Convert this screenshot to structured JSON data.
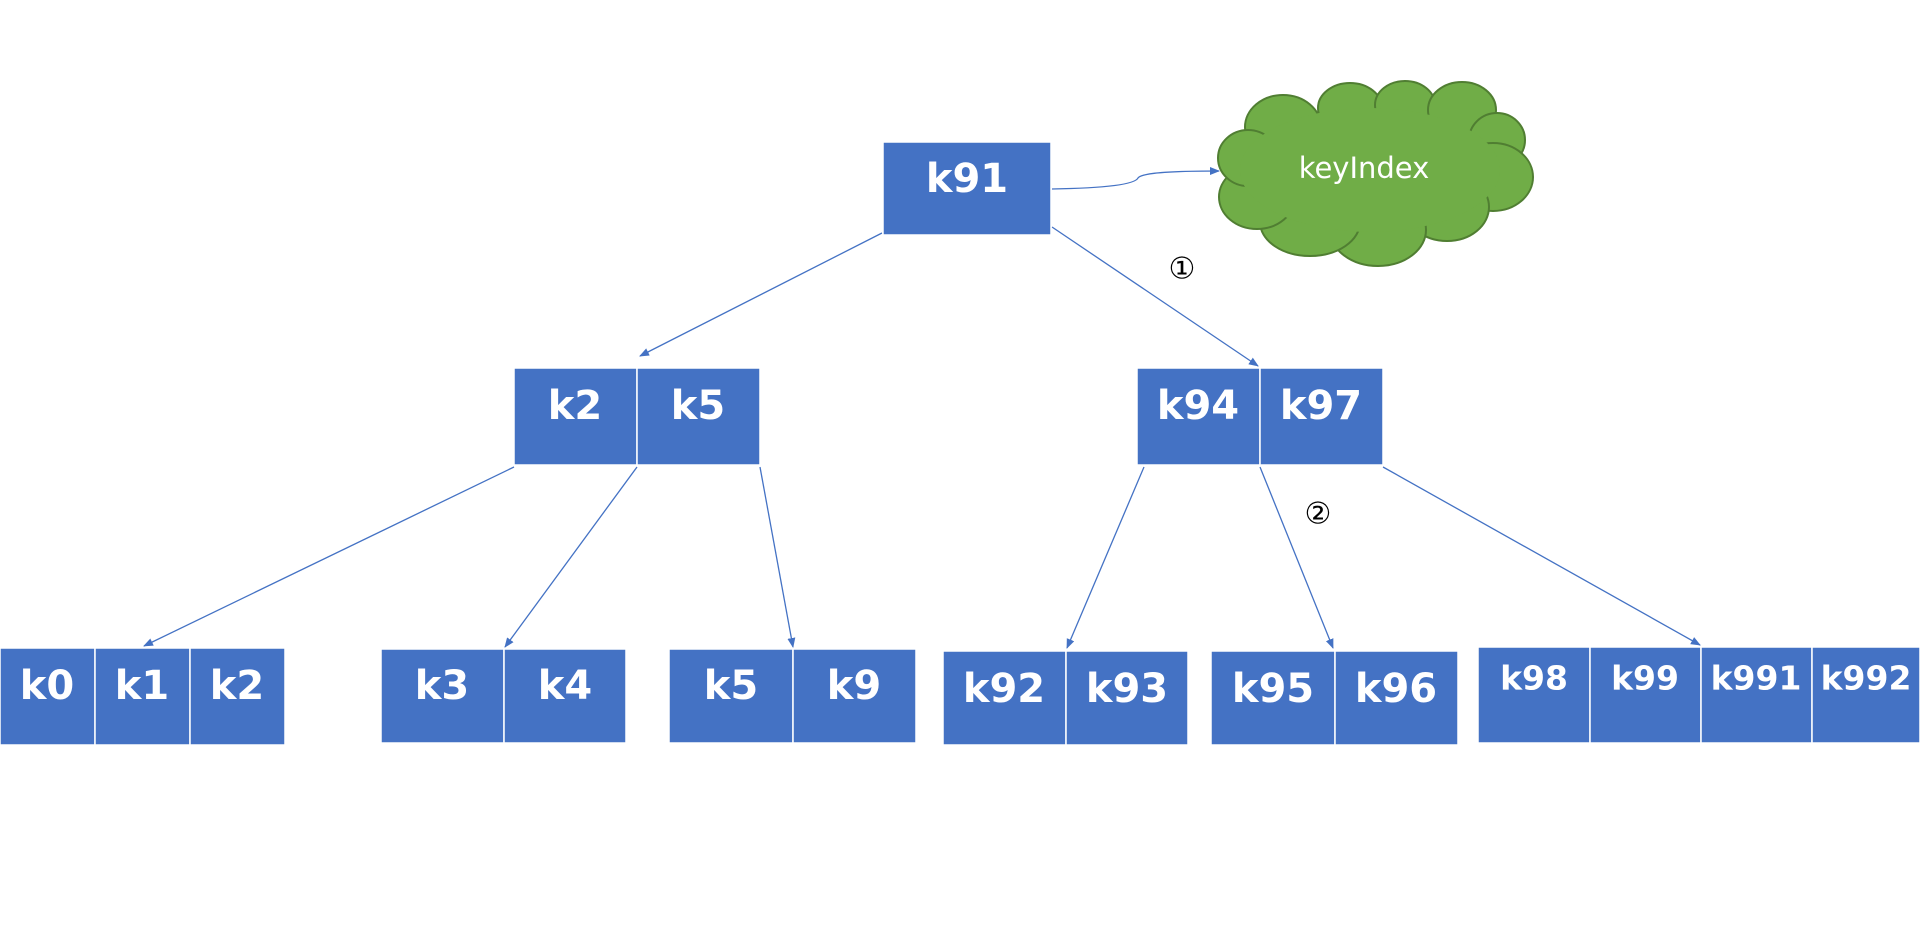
{
  "colors": {
    "node": "#4472c4",
    "edge": "#4472c4",
    "cloud_fill": "#70ad47",
    "cloud_stroke": "#507e32"
  },
  "nodes": {
    "root": {
      "keys": [
        "k91"
      ]
    },
    "internal_left": {
      "keys": [
        "k2",
        "k5"
      ]
    },
    "internal_right": {
      "keys": [
        "k94",
        "k97"
      ]
    },
    "leaf_1": {
      "keys": [
        "k0",
        "k1",
        "k2"
      ]
    },
    "leaf_2": {
      "keys": [
        "k3",
        "k4"
      ]
    },
    "leaf_3": {
      "keys": [
        "k5",
        "k9"
      ]
    },
    "leaf_4": {
      "keys": [
        "k92",
        "k93"
      ]
    },
    "leaf_5": {
      "keys": [
        "k95",
        "k96"
      ]
    },
    "leaf_6": {
      "keys": [
        "k98",
        "k99",
        "k991",
        "k992"
      ]
    }
  },
  "cloud": {
    "label": "keyIndex",
    "icon": "cloud-shape"
  },
  "markers": {
    "step1": "①",
    "step2": "②"
  }
}
